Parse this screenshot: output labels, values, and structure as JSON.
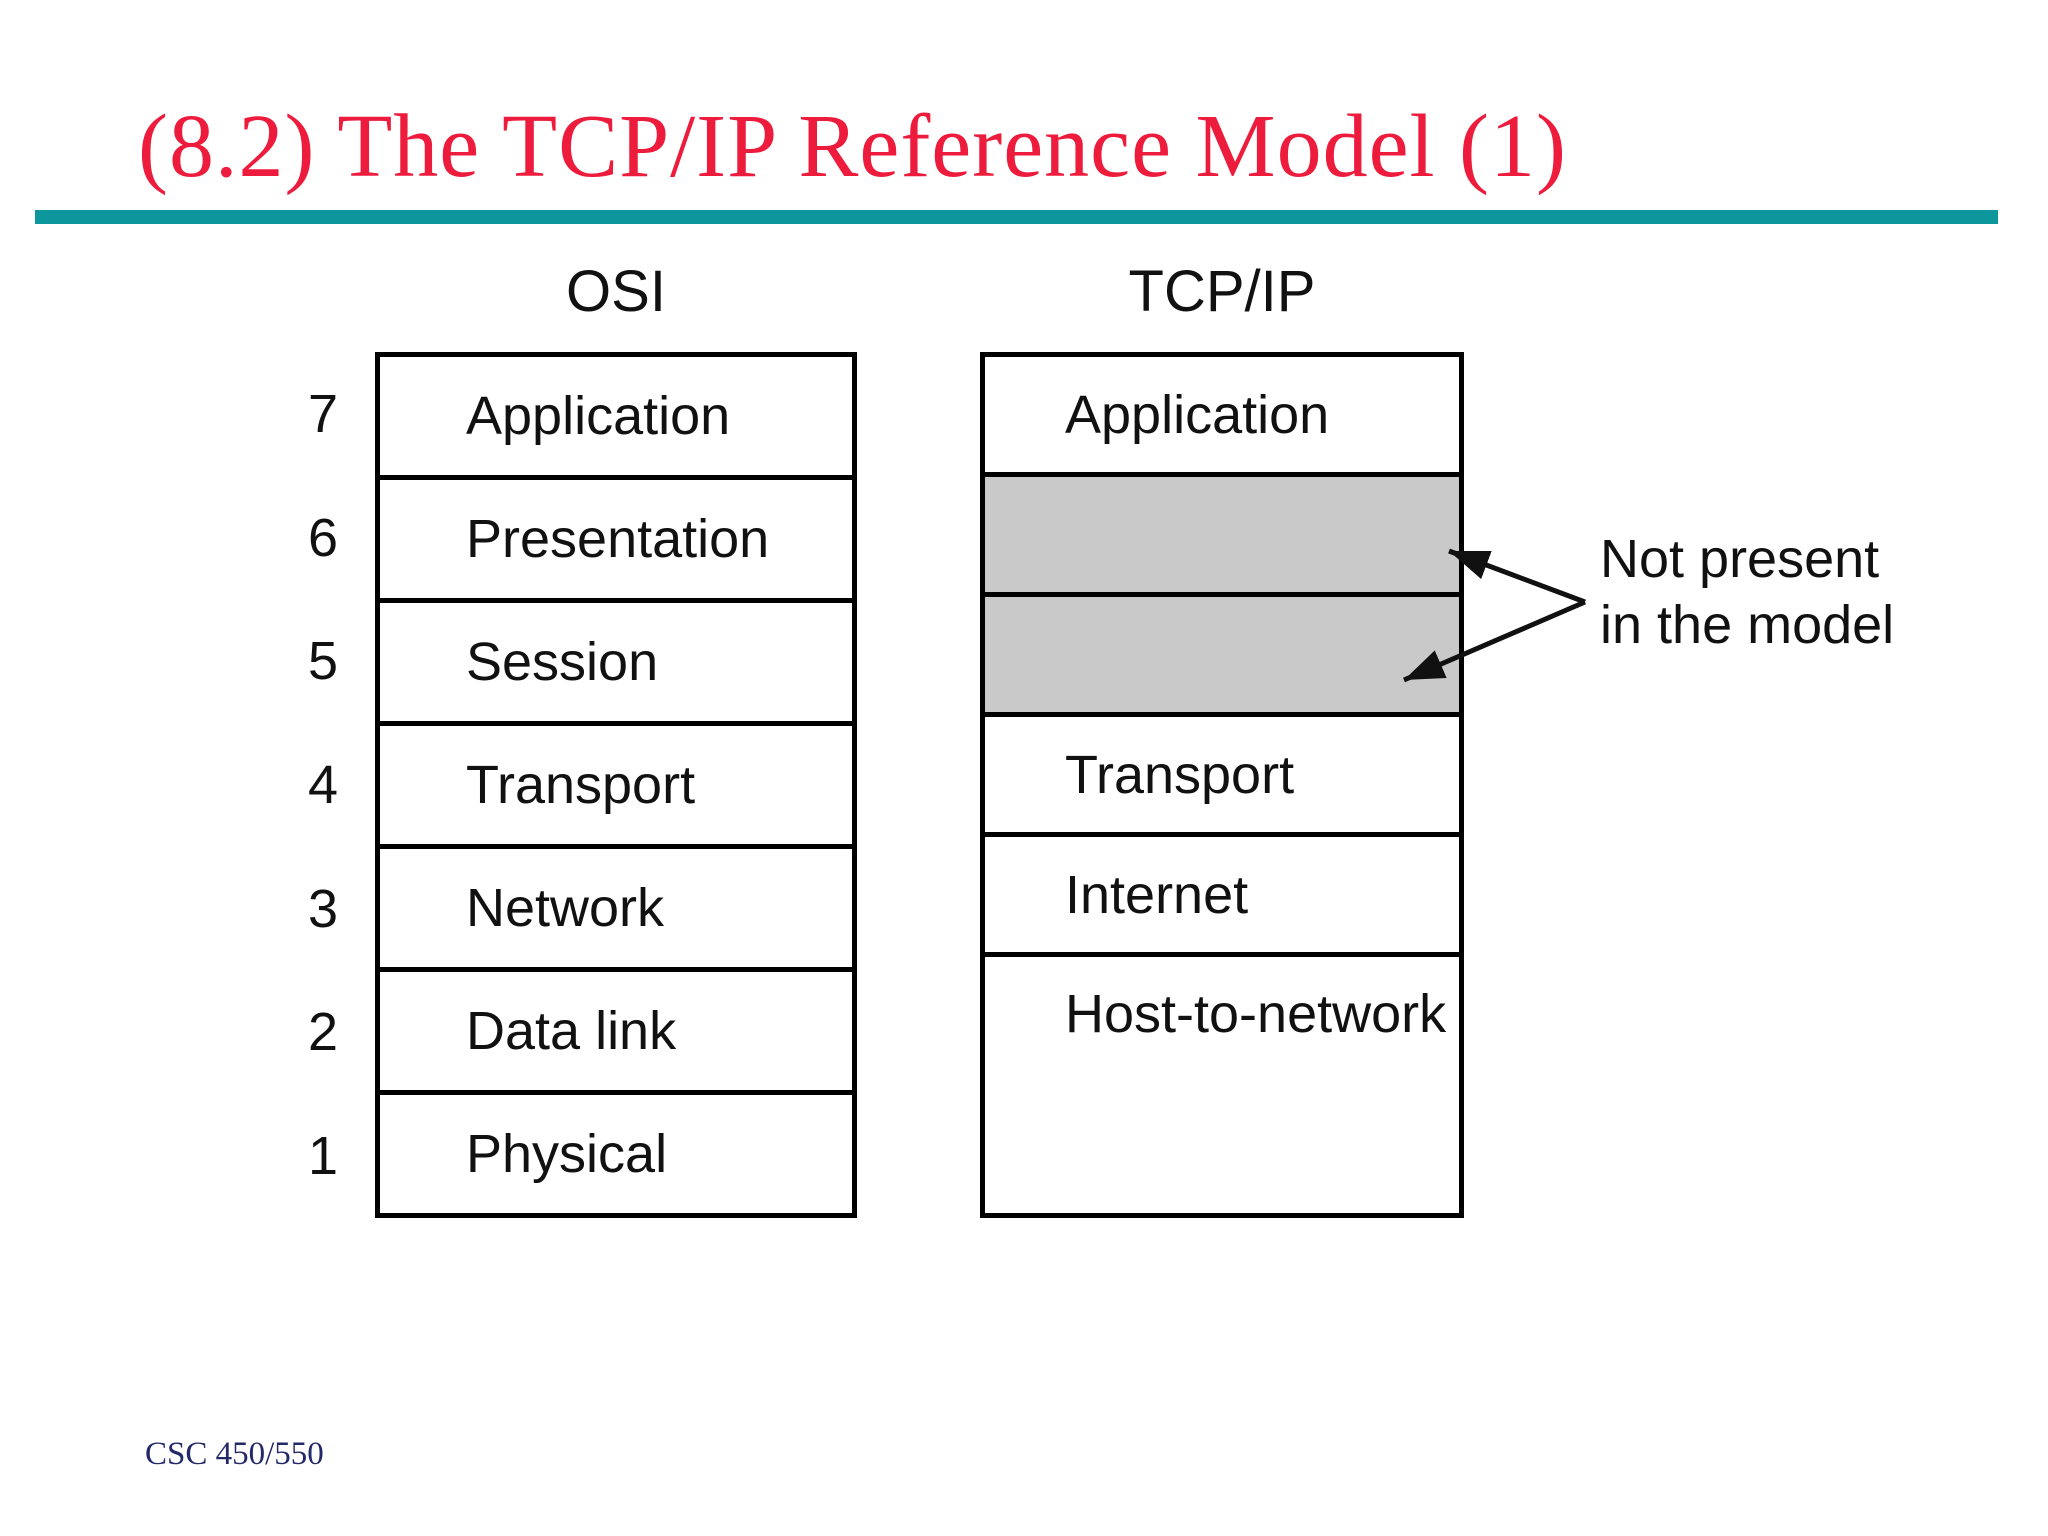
{
  "slide": {
    "title": "(8.2) The TCP/IP Reference Model (1)",
    "footer": "CSC 450/550"
  },
  "colors": {
    "title_red": "#ED1B3C",
    "rule_teal": "#0D979C",
    "footer_navy": "#232968",
    "shaded_cell_gray": "#C9C9C9",
    "diagram_black": "#111111"
  },
  "diagram": {
    "osi": {
      "header": "OSI",
      "layers": [
        {
          "num": "7",
          "label": "Application"
        },
        {
          "num": "6",
          "label": "Presentation"
        },
        {
          "num": "5",
          "label": "Session"
        },
        {
          "num": "4",
          "label": "Transport"
        },
        {
          "num": "3",
          "label": "Network"
        },
        {
          "num": "2",
          "label": "Data link"
        },
        {
          "num": "1",
          "label": "Physical"
        }
      ]
    },
    "tcpip": {
      "header": "TCP/IP",
      "layers": [
        {
          "label": "Application"
        },
        {
          "label": ""
        },
        {
          "label": ""
        },
        {
          "label": "Transport"
        },
        {
          "label": "Internet"
        },
        {
          "label": "Host-to-network"
        }
      ]
    },
    "annotation": {
      "line1": "Not present",
      "line2": "in the model"
    }
  }
}
